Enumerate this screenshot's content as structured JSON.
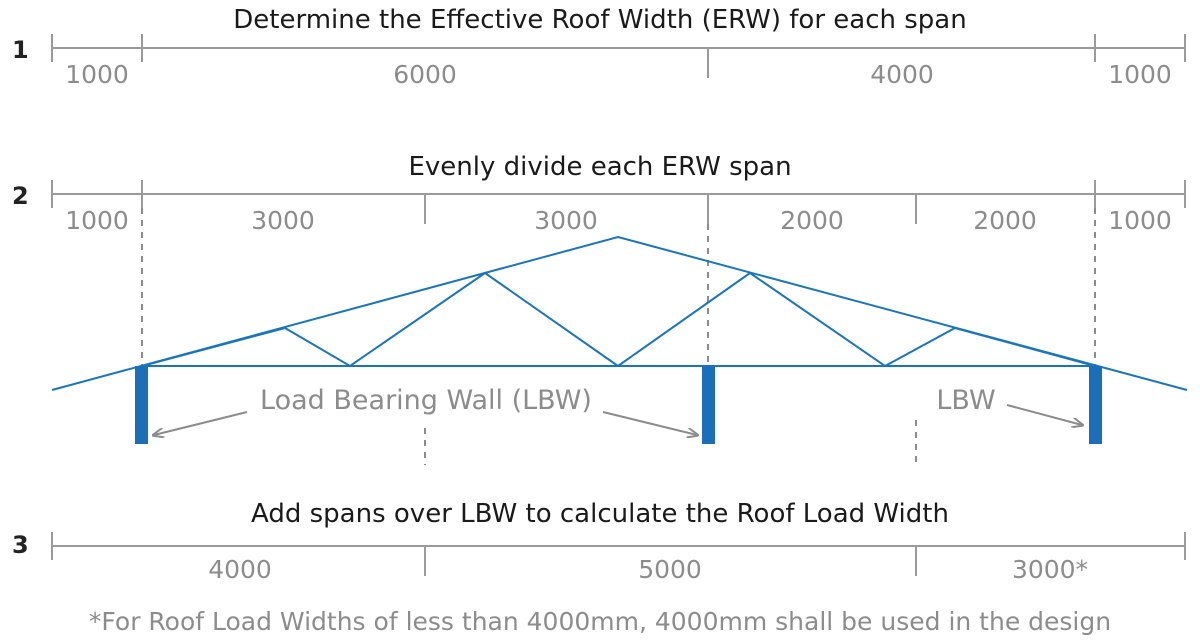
{
  "step1": {
    "number": "1",
    "heading": "Determine the Effective Roof Width (ERW) for each span",
    "dims": [
      "1000",
      "6000",
      "4000",
      "1000"
    ]
  },
  "step2": {
    "number": "2",
    "heading": "Evenly divide each ERW span",
    "dims": [
      "1000",
      "3000",
      "3000",
      "2000",
      "2000",
      "1000"
    ]
  },
  "labels": {
    "lbw_long": "Load Bearing Wall (LBW)",
    "lbw_short": "LBW"
  },
  "step3": {
    "number": "3",
    "heading": "Add spans over LBW to calculate the Roof Load Width",
    "dims": [
      "4000",
      "5000",
      "3000*"
    ]
  },
  "footnote": "*For Roof Load Widths of less than 4000mm, 4000mm shall be used in the design",
  "colors": {
    "truss": "#1b75bb",
    "wall": "#1b6fb8",
    "dimension": "#8c8c8c"
  }
}
